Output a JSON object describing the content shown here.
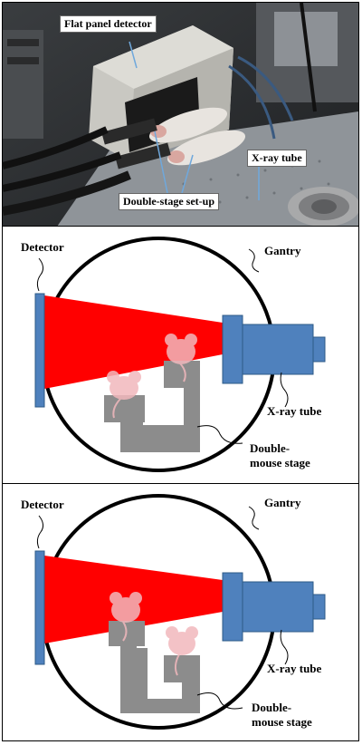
{
  "photo": {
    "callout_detector": "Flat panel detector",
    "callout_xray": "X-ray tube",
    "callout_stage": "Double-stage set-up"
  },
  "diagram_a": {
    "detector_label": "Detector",
    "gantry_label": "Gantry",
    "xray_label": "X-ray tube",
    "stage_label_line1": "Double-",
    "stage_label_line2": "mouse stage"
  },
  "diagram_b": {
    "detector_label": "Detector",
    "gantry_label": "Gantry",
    "xray_label": "X-ray tube",
    "stage_label_line1": "Double-",
    "stage_label_line2": "mouse stage"
  },
  "colors": {
    "beam": "#ff0000",
    "detector": "#4f81bd",
    "stage": "#8c8c8c",
    "mouse": "#f2b8bd"
  }
}
